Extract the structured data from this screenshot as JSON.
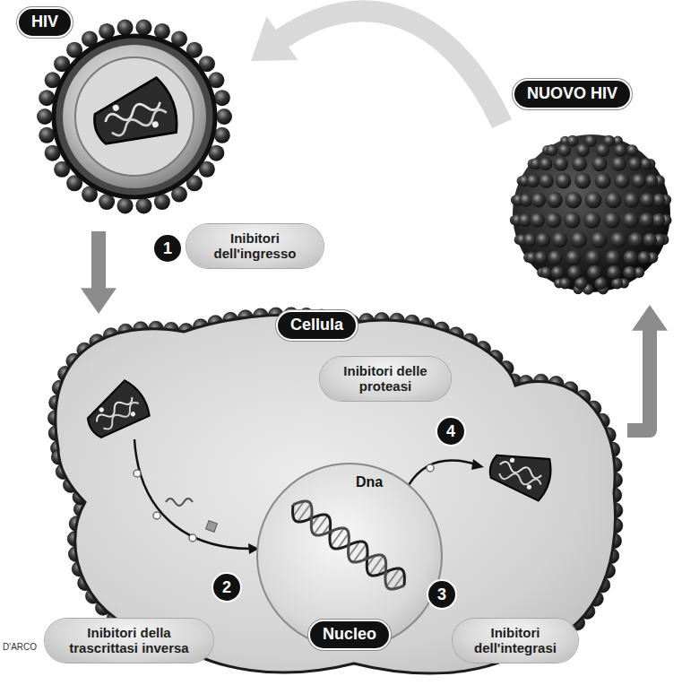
{
  "diagram": {
    "nodes": [
      {
        "text": [
          "HIV"
        ]
      },
      {
        "text": [
          "NUOVO HIV"
        ]
      },
      {
        "text": [
          "Inibitori dell'ingresso"
        ]
      },
      {
        "text": [
          "Cellula"
        ]
      },
      {
        "text": [
          "Inibitori delle proteasi"
        ],
        "in": 3
      },
      {
        "text": [
          "Dna",
          "Nucleo"
        ],
        "in": 3
      },
      {
        "text": [
          "Inibitori della trascrittasi inversa"
        ]
      },
      {
        "text": [
          "Inibitori dell'integrasi"
        ]
      }
    ],
    "edges": [
      {
        "from": 0,
        "to": 3,
        "arrow": "to"
      },
      {
        "from": 3,
        "to": 1,
        "arrow": "to"
      },
      {
        "from": 1,
        "to": 0,
        "arrow": "to"
      }
    ],
    "labels": [
      "1",
      "2",
      "3",
      "4",
      "D'ARCO"
    ]
  }
}
